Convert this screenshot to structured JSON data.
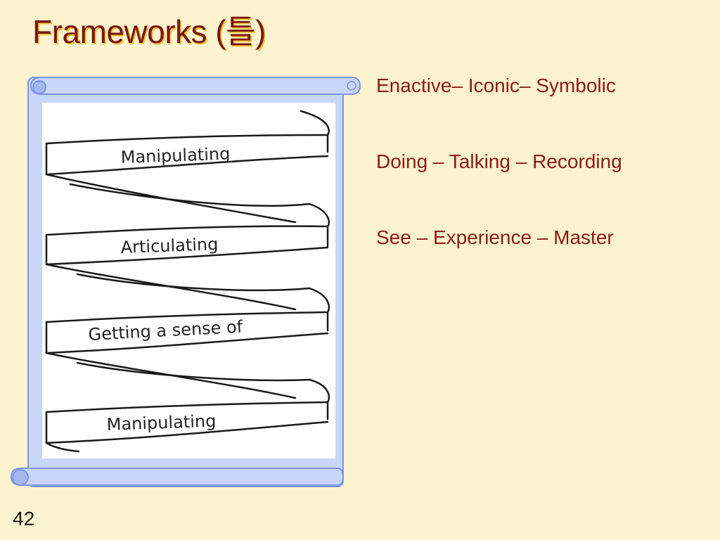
{
  "slide": {
    "title": "Frameworks (틀)",
    "page_number": "42"
  },
  "bullets": [
    "Enactive– Iconic– Symbolic",
    "Doing – Talking – Recording",
    "See – Experience – Master"
  ],
  "spiral": {
    "labels": [
      "Manipulating",
      "Articulating",
      "Getting a sense of",
      "Manipulating"
    ]
  },
  "colors": {
    "background": "#fdf3cf",
    "title": "#7a1510",
    "title_shadow": "#e8c63a",
    "bullet_text": "#8b1a12",
    "scroll_fill": "#c8d6f7",
    "scroll_border": "#7d95e8"
  }
}
